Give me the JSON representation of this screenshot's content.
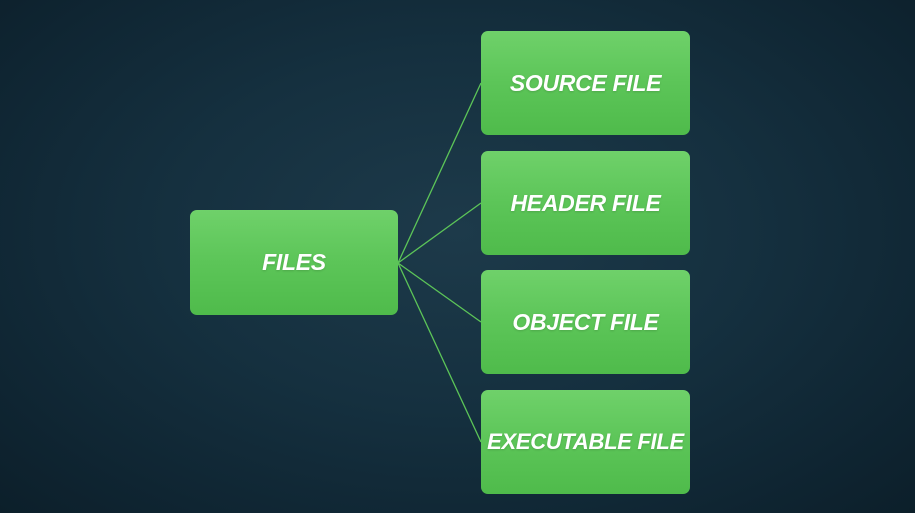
{
  "diagram": {
    "root": {
      "label": "FILES"
    },
    "children": [
      {
        "label": "SOURCE FILE"
      },
      {
        "label": "HEADER FILE"
      },
      {
        "label": "OBJECT FILE"
      },
      {
        "label": "EXECUTABLE FILE"
      }
    ]
  },
  "colors": {
    "background": "#15303f",
    "node_fill": "#5cc558",
    "connector": "#5cc558",
    "text": "#ffffff"
  }
}
